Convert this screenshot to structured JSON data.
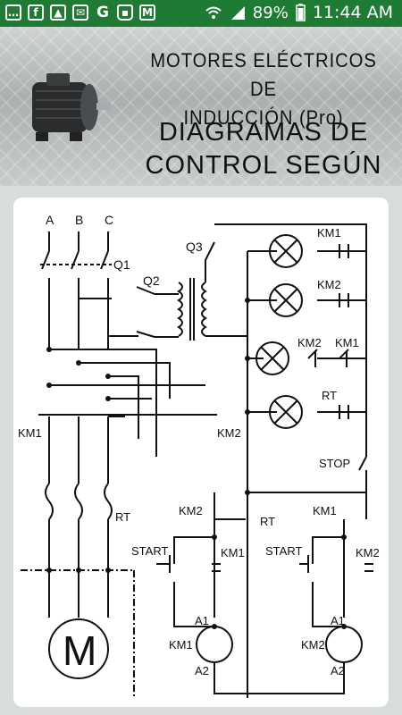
{
  "status_bar": {
    "notification_icons": [
      "chat-icon",
      "facebook-icon",
      "gallery-icon",
      "mail-icon",
      "google-icon",
      "bag-icon",
      "gmail-icon"
    ],
    "battery": "89%",
    "time": "11:44 AM"
  },
  "header": {
    "title_line1": "MOTORES ELÉCTRICOS DE",
    "title_line2": "INDUCCIÓN (Pro)",
    "subtitle_line1": "DIAGRAMAS DE",
    "subtitle_line2": "CONTROL SEGÚN ANSI"
  },
  "diagram": {
    "phases": [
      "A",
      "B",
      "C"
    ],
    "labels": {
      "q1": "Q1",
      "q2": "Q2",
      "q3": "Q3",
      "km1_left": "KM1",
      "km2_left": "KM2",
      "rt_left": "RT",
      "motor": "M",
      "km1_lamp": "KM1",
      "km2_lamp": "KM2",
      "km2_lamp3": "KM2",
      "km1_lamp3": "KM1",
      "rt_lamp": "RT",
      "stop": "STOP",
      "km2_nc_a": "KM2",
      "rt_nc": "RT",
      "km1_nc_b": "KM1",
      "start_a": "START",
      "km1_aux_a": "KM1",
      "start_b": "START",
      "km2_aux_b": "KM2",
      "a1_a": "A1",
      "coil_a": "KM1",
      "a2_a": "A2",
      "a1_b": "A1",
      "coil_b": "KM2",
      "a2_b": "A2"
    }
  }
}
